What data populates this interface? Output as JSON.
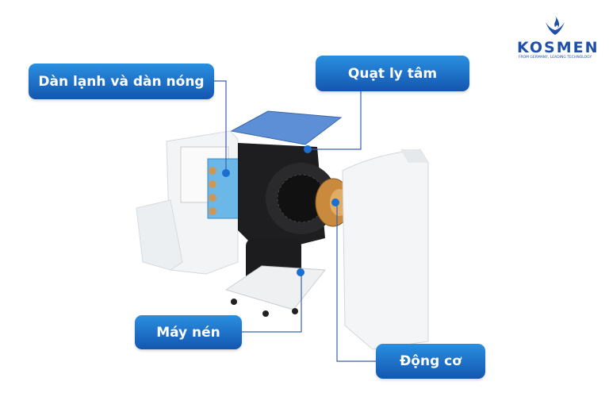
{
  "brand": {
    "name": "KOSMEN",
    "tagline": "FROM GERMANY, LEADING TECHNOLOGY"
  },
  "labels": {
    "evaporator_condenser": "Dàn lạnh và dàn nóng",
    "centrifugal_fan": "Quạt ly tâm",
    "compressor": "Máy nén",
    "motor": "Động cơ"
  },
  "colors": {
    "accent": "#1a6fd0",
    "line": "#3a5fb0"
  }
}
